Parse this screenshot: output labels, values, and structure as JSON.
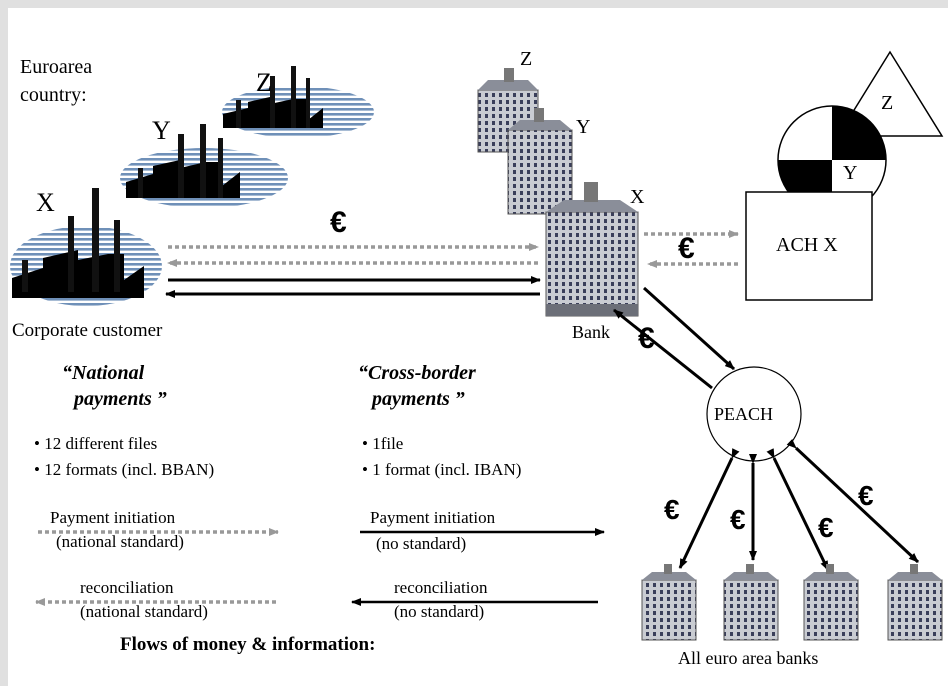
{
  "euroarea_label_line1": "Euroarea",
  "euroarea_label_line2": "country:",
  "factory_labels": {
    "x": "X",
    "y": "Y",
    "z": "Z"
  },
  "bank_labels": {
    "x": "X",
    "y": "Y",
    "z": "Z"
  },
  "ach_labels": {
    "x": "ACH X",
    "y": "Y",
    "z": "Z"
  },
  "euro_symbol": "€",
  "corporate_customer_label": "Corporate customer",
  "bank_label": "Bank",
  "peach_label": "PEACH",
  "national": {
    "title_line1": "“National",
    "title_line2": "payments ”",
    "bullets": [
      "• 12 different files",
      "• 12 formats (incl. BBAN)"
    ]
  },
  "crossborder": {
    "title_line1": "“Cross-border",
    "title_line2": "payments ”",
    "bullets": [
      "• 1file",
      "• 1 format (incl. IBAN)"
    ]
  },
  "legend": {
    "national_initiation_line1": "Payment initiation",
    "national_initiation_line2": "(national standard)",
    "national_reconciliation_line1": "reconciliation",
    "national_reconciliation_line2": "(national standard)",
    "cb_initiation_line1": "Payment initiation",
    "cb_initiation_line2": "(no standard)",
    "cb_reconciliation_line1": "reconciliation",
    "cb_reconciliation_line2": "(no standard)"
  },
  "footer": "Flows of money & information:",
  "all_banks_label": "All euro area banks",
  "colors": {
    "page_bg": "#e0e0e0",
    "dotted_arrow": "#999999",
    "solid_arrow": "#000000",
    "factory_blue": "#7f9fc4"
  }
}
